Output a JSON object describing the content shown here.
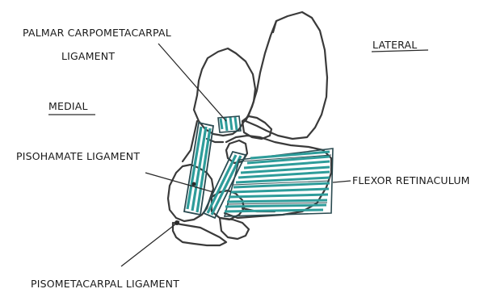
{
  "labels": {
    "palmar_line1": "PALMAR CARPOMETACARPAL",
    "palmar_line2": "LIGAMENT",
    "lateral": "LATERAL",
    "medial": "MEDIAL",
    "pisohamate": "PISOHAMATE LIGAMENT",
    "flexor": "FLEXOR RETINACULUM",
    "pisometacarpal": "PISOMETACARPAL LIGAMENT"
  },
  "colors": {
    "ink": "#3a3a3a",
    "ligament": "#2e9c9a",
    "ligament_dark": "#2a4a50",
    "background": "#ffffff"
  }
}
